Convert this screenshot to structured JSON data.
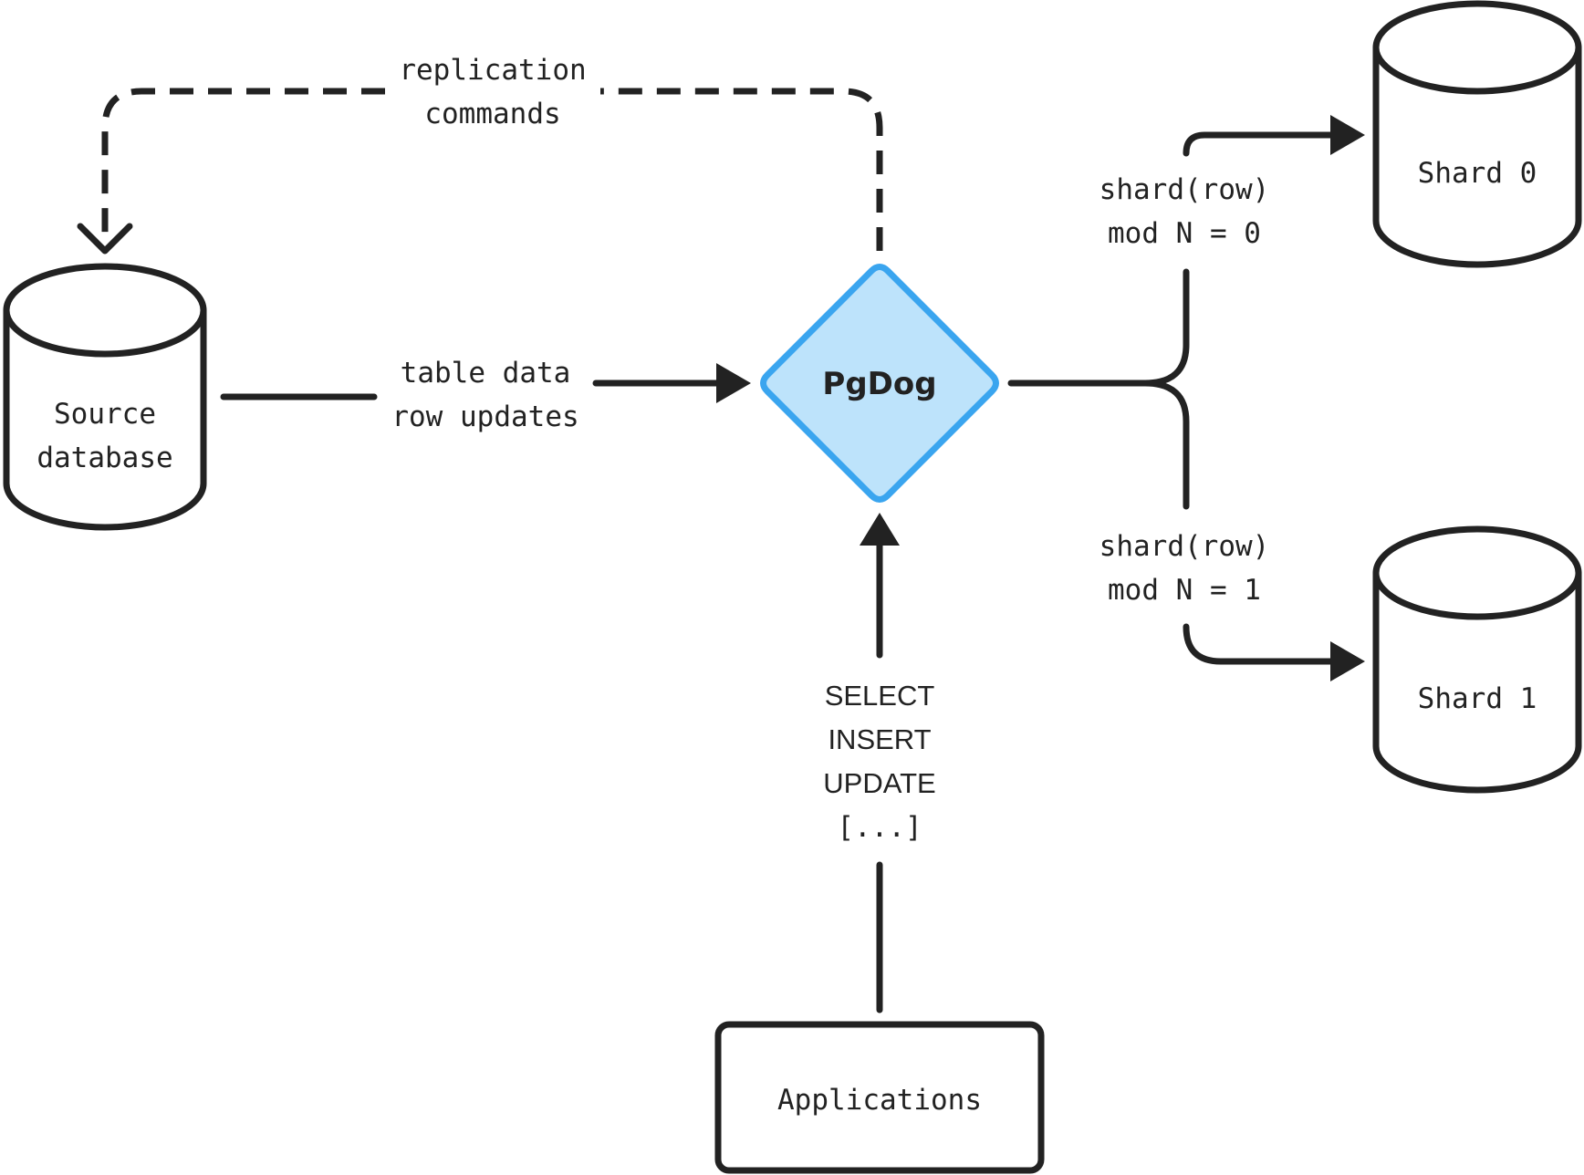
{
  "nodes": {
    "source_database": {
      "line1": "Source",
      "line2": "database"
    },
    "pgdog": {
      "label": "PgDog",
      "fill": "#bde3fb",
      "stroke": "#3aa5ef"
    },
    "shard0": {
      "label": "Shard 0"
    },
    "shard1": {
      "label": "Shard 1"
    },
    "applications": {
      "label": "Applications"
    }
  },
  "edges": {
    "replication": {
      "line1": "replication",
      "line2": "commands"
    },
    "table_data": {
      "line1": "table data",
      "line2": "row updates"
    },
    "shard0_route": {
      "line1": "shard(row)",
      "line2": "mod N = 0"
    },
    "shard1_route": {
      "line1": "shard(row)",
      "line2": "mod N = 1"
    },
    "queries": {
      "lines": [
        "SELECT",
        "INSERT",
        "UPDATE",
        "[...]"
      ]
    }
  },
  "colors": {
    "ink": "#222222",
    "pgdog_fill": "#bde3fb",
    "pgdog_stroke": "#3aa5ef"
  }
}
